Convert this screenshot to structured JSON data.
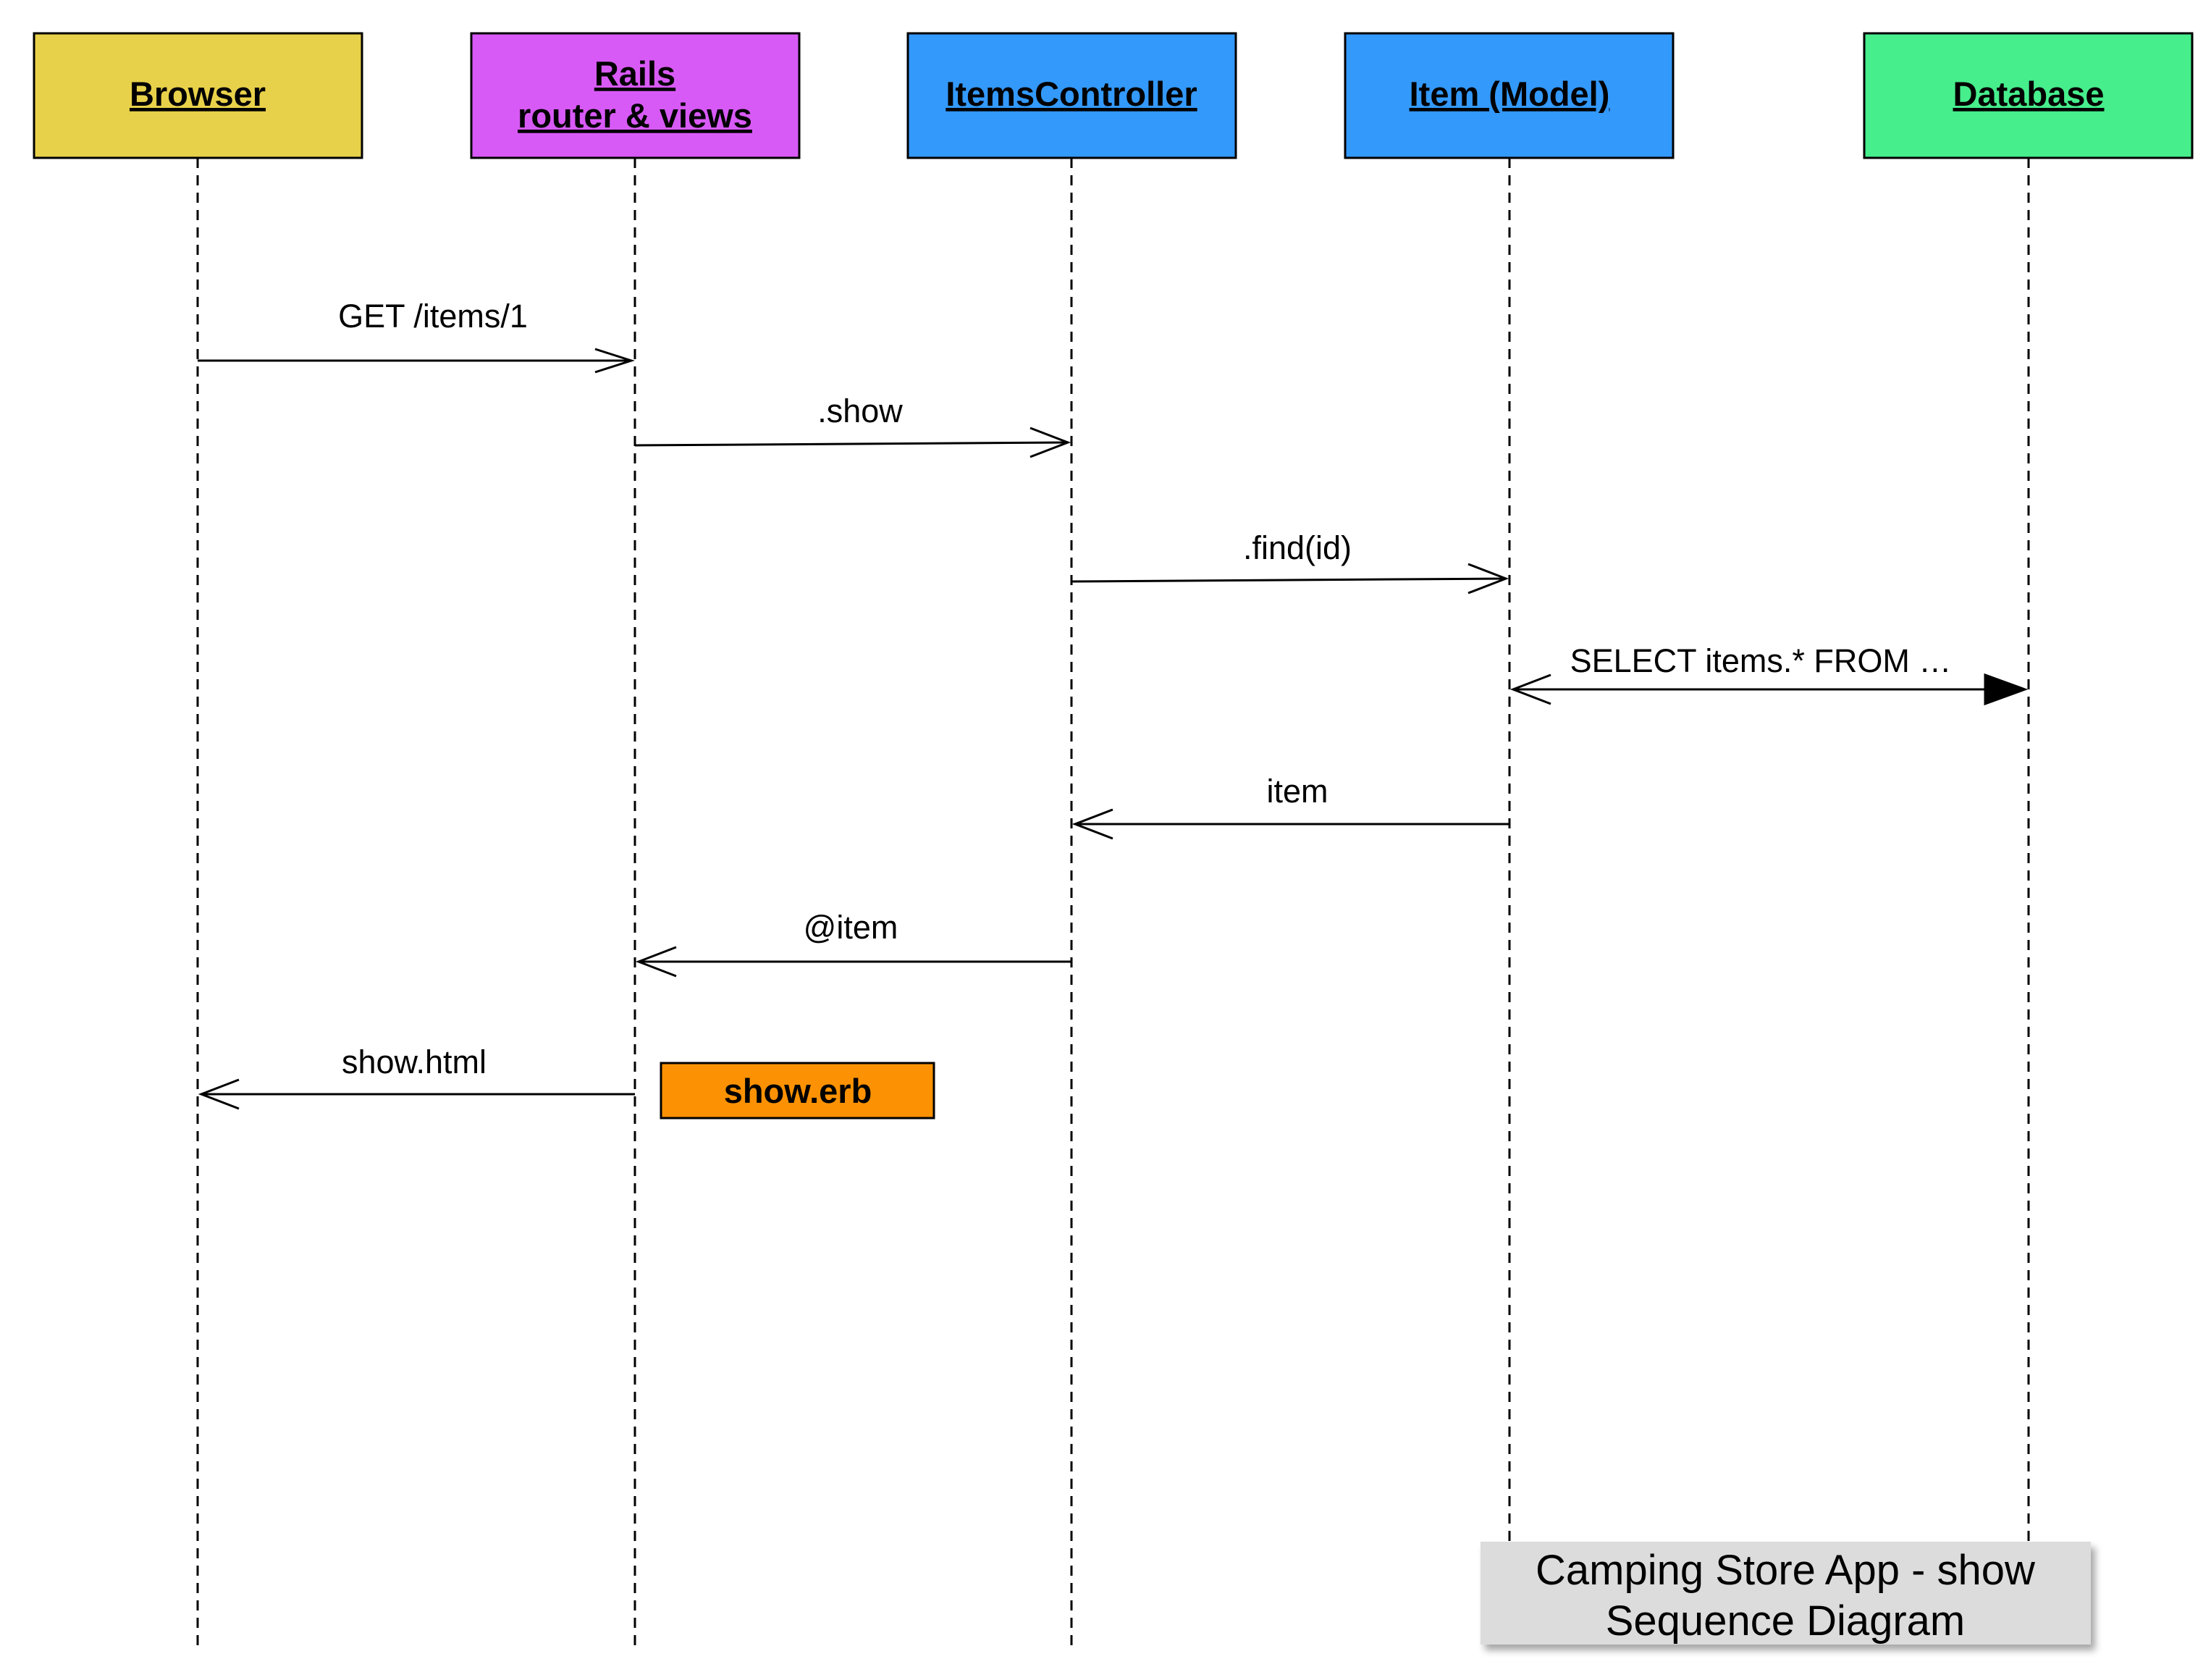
{
  "actors": [
    {
      "id": "browser",
      "lines": [
        "Browser"
      ],
      "color": "#e8d14a"
    },
    {
      "id": "rails",
      "lines": [
        "Rails",
        "router & views"
      ],
      "color": "#d85af6"
    },
    {
      "id": "controller",
      "lines": [
        "ItemsController"
      ],
      "color": "#3399fb"
    },
    {
      "id": "model",
      "lines": [
        "Item (Model)"
      ],
      "color": "#3399fb"
    },
    {
      "id": "database",
      "lines": [
        "Database"
      ],
      "color": "#46ee8c"
    }
  ],
  "messages": [
    {
      "label": "GET /items/1",
      "from": "browser",
      "to": "rails"
    },
    {
      "label": ".show",
      "from": "rails",
      "to": "controller"
    },
    {
      "label": ".find(id)",
      "from": "controller",
      "to": "model"
    },
    {
      "label": "SELECT items.* FROM …",
      "from": "model",
      "to": "database",
      "bidirectional": true
    },
    {
      "label": "item",
      "from": "model",
      "to": "controller"
    },
    {
      "label": "@item",
      "from": "controller",
      "to": "rails"
    },
    {
      "label": "show.html",
      "from": "rails",
      "to": "browser"
    }
  ],
  "note": {
    "label": "show.erb",
    "color": "#fc9203"
  },
  "title": {
    "lines": [
      "Camping Store App - show",
      "Sequence Diagram"
    ],
    "color": "#dcdcdc"
  }
}
